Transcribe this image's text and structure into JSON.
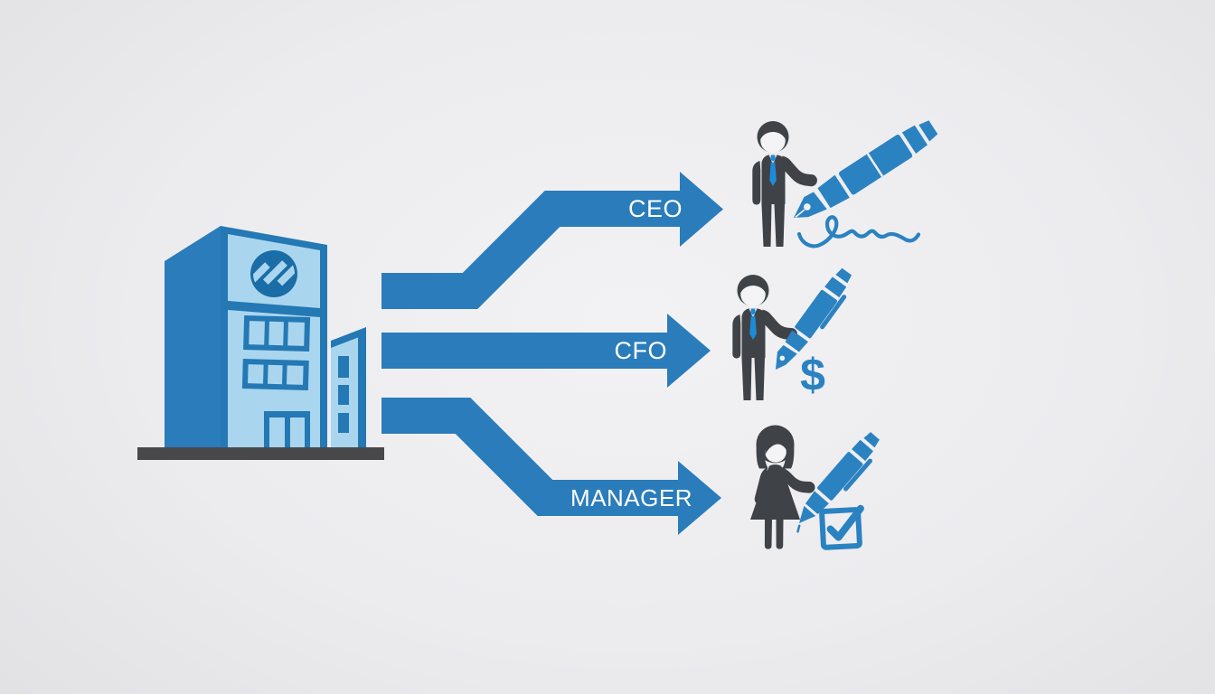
{
  "colors": {
    "arrow_blue": "#2a7cbb",
    "accent_blue": "#2b82c1",
    "building_frame_blue": "#2478b4",
    "building_light_blue": "#a9d6ee",
    "logo_blue": "#1a6da6",
    "figure_dark_gray": "#3f4347",
    "tie_blue": "#1e8bd8",
    "ground_gray": "#48484b",
    "label_text": "#ffffff",
    "background_gray": "#ececef"
  },
  "building": {
    "name": "company-building",
    "logo": "pinwheel-logo-icon"
  },
  "branches": [
    {
      "label": "CEO",
      "arrow": "up-bend-right-arrow",
      "person_icon": "businessman-icon",
      "object_icons": [
        "fountain-pen-icon",
        "signature-icon"
      ]
    },
    {
      "label": "CFO",
      "arrow": "straight-right-arrow",
      "person_icon": "businessman-icon",
      "object_icons": [
        "pen-icon",
        "dollar-sign"
      ],
      "dollar_symbol": "$"
    },
    {
      "label": "MANAGER",
      "arrow": "down-bend-right-arrow",
      "person_icon": "businesswoman-icon",
      "object_icons": [
        "pen-icon",
        "checked-checkbox-icon"
      ]
    }
  ]
}
